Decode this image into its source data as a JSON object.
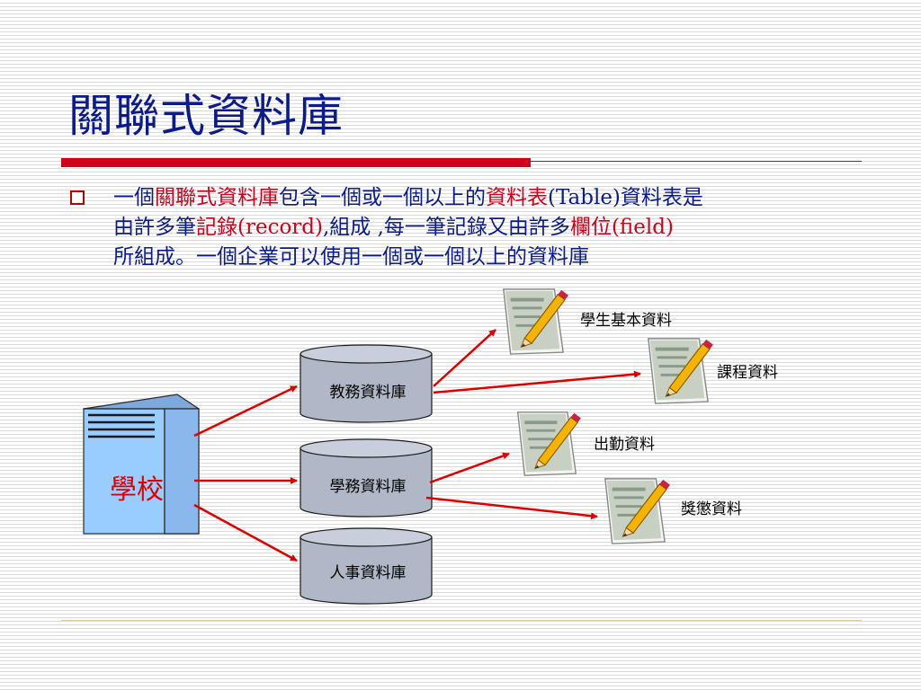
{
  "slide": {
    "title": "關聯式資料庫",
    "bullet": {
      "line1_a": "一個",
      "line1_b": "關聯式資料庫",
      "line1_c": "包含一個或一個以上的",
      "line1_d": "資料表",
      "line1_e": "(Table)資料表是",
      "line2_a": "由許多筆",
      "line2_b": "記錄",
      "line2_c": "(record)",
      "line2_d": ",組成 ,每一筆記錄又由許多",
      "line2_e": "欄位",
      "line2_f": "(field)",
      "line3": "所組成。一個企業可以使用一個或一個以上的資料庫"
    }
  },
  "diagram": {
    "school": "學校",
    "databases": [
      "教務資料庫",
      "學務資料庫",
      "人事資料庫"
    ],
    "tables": [
      "學生基本資料",
      "課程資料",
      "出勤資料",
      "獎懲資料"
    ]
  },
  "colors": {
    "title": "#0b1a8c",
    "accent": "#d0021b",
    "server_fill": "#99ccff",
    "db_fill": "#b0b8c8"
  }
}
